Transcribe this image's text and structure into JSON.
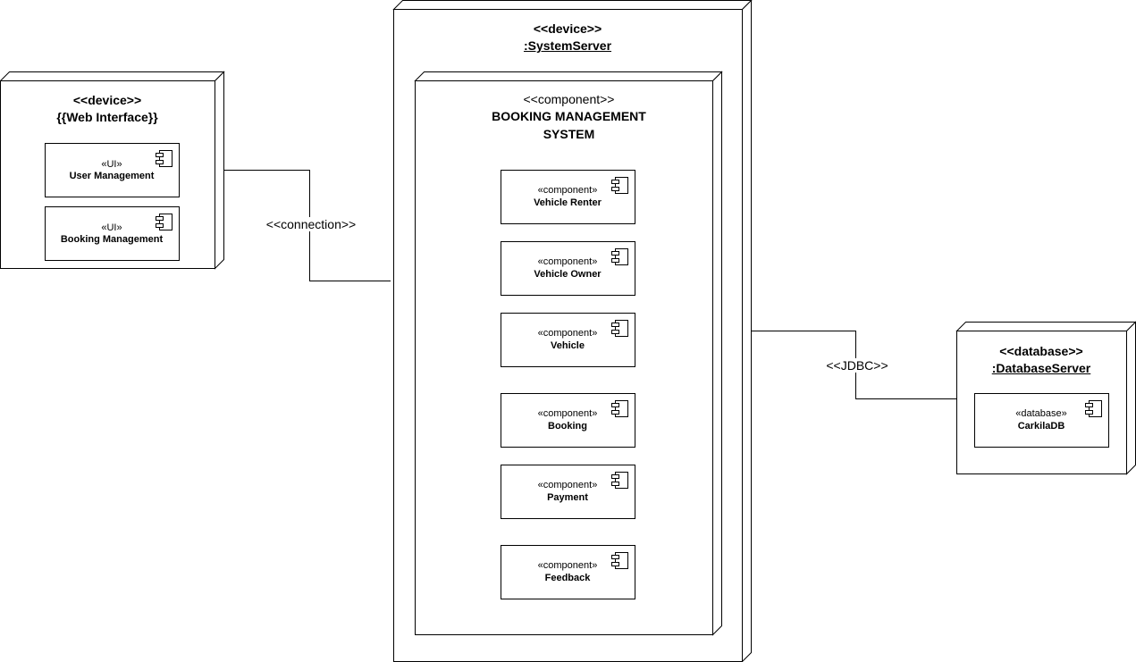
{
  "web_node": {
    "stereotype": "<<device>>",
    "name": "{{Web Interface}}",
    "components": [
      {
        "stereotype": "«UI»",
        "name": "User Management"
      },
      {
        "stereotype": "«UI»",
        "name": "Booking Management"
      }
    ]
  },
  "server_node": {
    "stereotype": "<<device>>",
    "name": ":SystemServer",
    "component": {
      "stereotype": "<<component>>",
      "name_line1": "BOOKING MANAGEMENT",
      "name_line2": "SYSTEM",
      "subcomponents": [
        {
          "stereotype": "«component»",
          "name": "Vehicle Renter"
        },
        {
          "stereotype": "«component»",
          "name": "Vehicle Owner"
        },
        {
          "stereotype": "«component»",
          "name": "Vehicle"
        },
        {
          "stereotype": "«component»",
          "name": "Booking"
        },
        {
          "stereotype": "«component»",
          "name": "Payment"
        },
        {
          "stereotype": "«component»",
          "name": "Feedback"
        }
      ]
    }
  },
  "db_node": {
    "stereotype": "<<database>>",
    "name": ":DatabaseServer",
    "components": [
      {
        "stereotype": "«database»",
        "name": "CarkilaDB"
      }
    ]
  },
  "connections": {
    "web_server": "<<connection>>",
    "server_db": "<<JDBC>>"
  }
}
